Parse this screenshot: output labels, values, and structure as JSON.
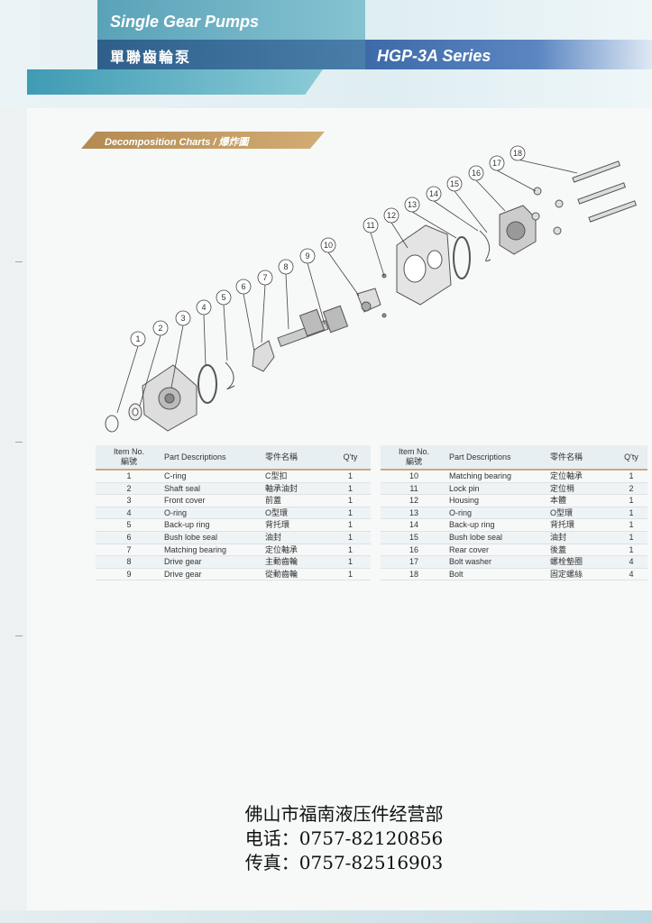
{
  "header": {
    "title_en": "Single Gear Pumps",
    "title_zh": "單聯齒輪泵",
    "series": "HGP-3A Series"
  },
  "section": {
    "label": "Decomposition Charts / 爆炸圖"
  },
  "diagram": {
    "callouts": [
      "1",
      "2",
      "3",
      "4",
      "5",
      "6",
      "7",
      "8",
      "9",
      "10",
      "11",
      "12",
      "13",
      "14",
      "15",
      "16",
      "17",
      "18"
    ]
  },
  "table": {
    "headers": {
      "item_no": "Item No.",
      "item_no_zh": "編號",
      "part_desc": "Part Descriptions",
      "part_name_zh": "零件名稱",
      "qty": "Q'ty"
    },
    "left_rows": [
      {
        "no": "1",
        "desc": "C-ring",
        "zh": "C型扣",
        "qty": "1"
      },
      {
        "no": "2",
        "desc": "Shaft seal",
        "zh": "軸承油封",
        "qty": "1"
      },
      {
        "no": "3",
        "desc": "Front cover",
        "zh": "前蓋",
        "qty": "1"
      },
      {
        "no": "4",
        "desc": "O-ring",
        "zh": "O型環",
        "qty": "1"
      },
      {
        "no": "5",
        "desc": "Back-up ring",
        "zh": "背托環",
        "qty": "1"
      },
      {
        "no": "6",
        "desc": "Bush lobe seal",
        "zh": "油封",
        "qty": "1"
      },
      {
        "no": "7",
        "desc": "Matching bearing",
        "zh": "定位軸承",
        "qty": "1"
      },
      {
        "no": "8",
        "desc": "Drive gear",
        "zh": "主動齒輪",
        "qty": "1"
      },
      {
        "no": "9",
        "desc": "Drive gear",
        "zh": "從動齒輪",
        "qty": "1"
      }
    ],
    "right_rows": [
      {
        "no": "10",
        "desc": "Matching bearing",
        "zh": "定位軸承",
        "qty": "1"
      },
      {
        "no": "11",
        "desc": "Lock pin",
        "zh": "定位梢",
        "qty": "2"
      },
      {
        "no": "12",
        "desc": "Housing",
        "zh": "本體",
        "qty": "1"
      },
      {
        "no": "13",
        "desc": "O-ring",
        "zh": "O型環",
        "qty": "1"
      },
      {
        "no": "14",
        "desc": "Back-up ring",
        "zh": "背托環",
        "qty": "1"
      },
      {
        "no": "15",
        "desc": "Bush lobe seal",
        "zh": "油封",
        "qty": "1"
      },
      {
        "no": "16",
        "desc": "Rear cover",
        "zh": "後蓋",
        "qty": "1"
      },
      {
        "no": "17",
        "desc": "Bolt washer",
        "zh": "螺栓墊圈",
        "qty": "4"
      },
      {
        "no": "18",
        "desc": "Bolt",
        "zh": "固定螺絲",
        "qty": "4"
      }
    ]
  },
  "contact": {
    "company": "佛山市福南液压件经营部",
    "phone": "电话：0757-82120856",
    "fax": "传真：0757-82516903"
  }
}
